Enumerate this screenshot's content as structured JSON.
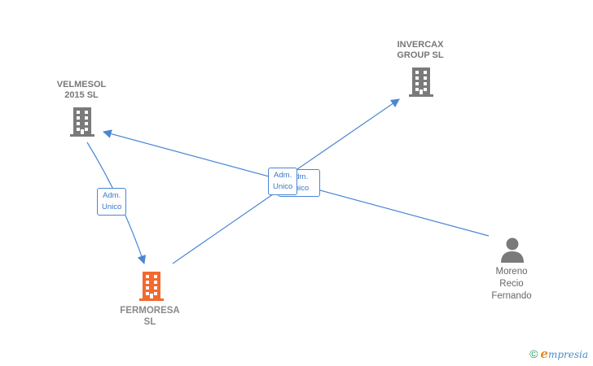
{
  "nodes": {
    "velmesol": {
      "line1": "VELMESOL",
      "line2": "2015  SL",
      "type": "company",
      "color": "#7a7a7a"
    },
    "invercax": {
      "line1": "INVERCAX",
      "line2": "GROUP  SL",
      "type": "company",
      "color": "#7a7a7a"
    },
    "fermoresa": {
      "line1": "FERMORESA",
      "line2": "SL",
      "type": "company",
      "color": "#f26a2e"
    },
    "moreno": {
      "line1": "Moreno",
      "line2": "Recio",
      "line3": "Fernando",
      "type": "person",
      "color": "#7a7a7a"
    }
  },
  "edges": {
    "velmesol_fermoresa": {
      "line1": "Adm.",
      "line2": "Unico"
    },
    "center_front": {
      "line1": "Adm.",
      "line2": "Unico"
    },
    "center_back": {
      "line1": "Adm.",
      "line2": "Unico"
    }
  },
  "colors": {
    "edge": "#4a86d4",
    "company_gray": "#7a7a7a",
    "company_highlight": "#f26a2e"
  },
  "brand": {
    "copyright": "©",
    "e": "e",
    "rest": "mpresia"
  }
}
